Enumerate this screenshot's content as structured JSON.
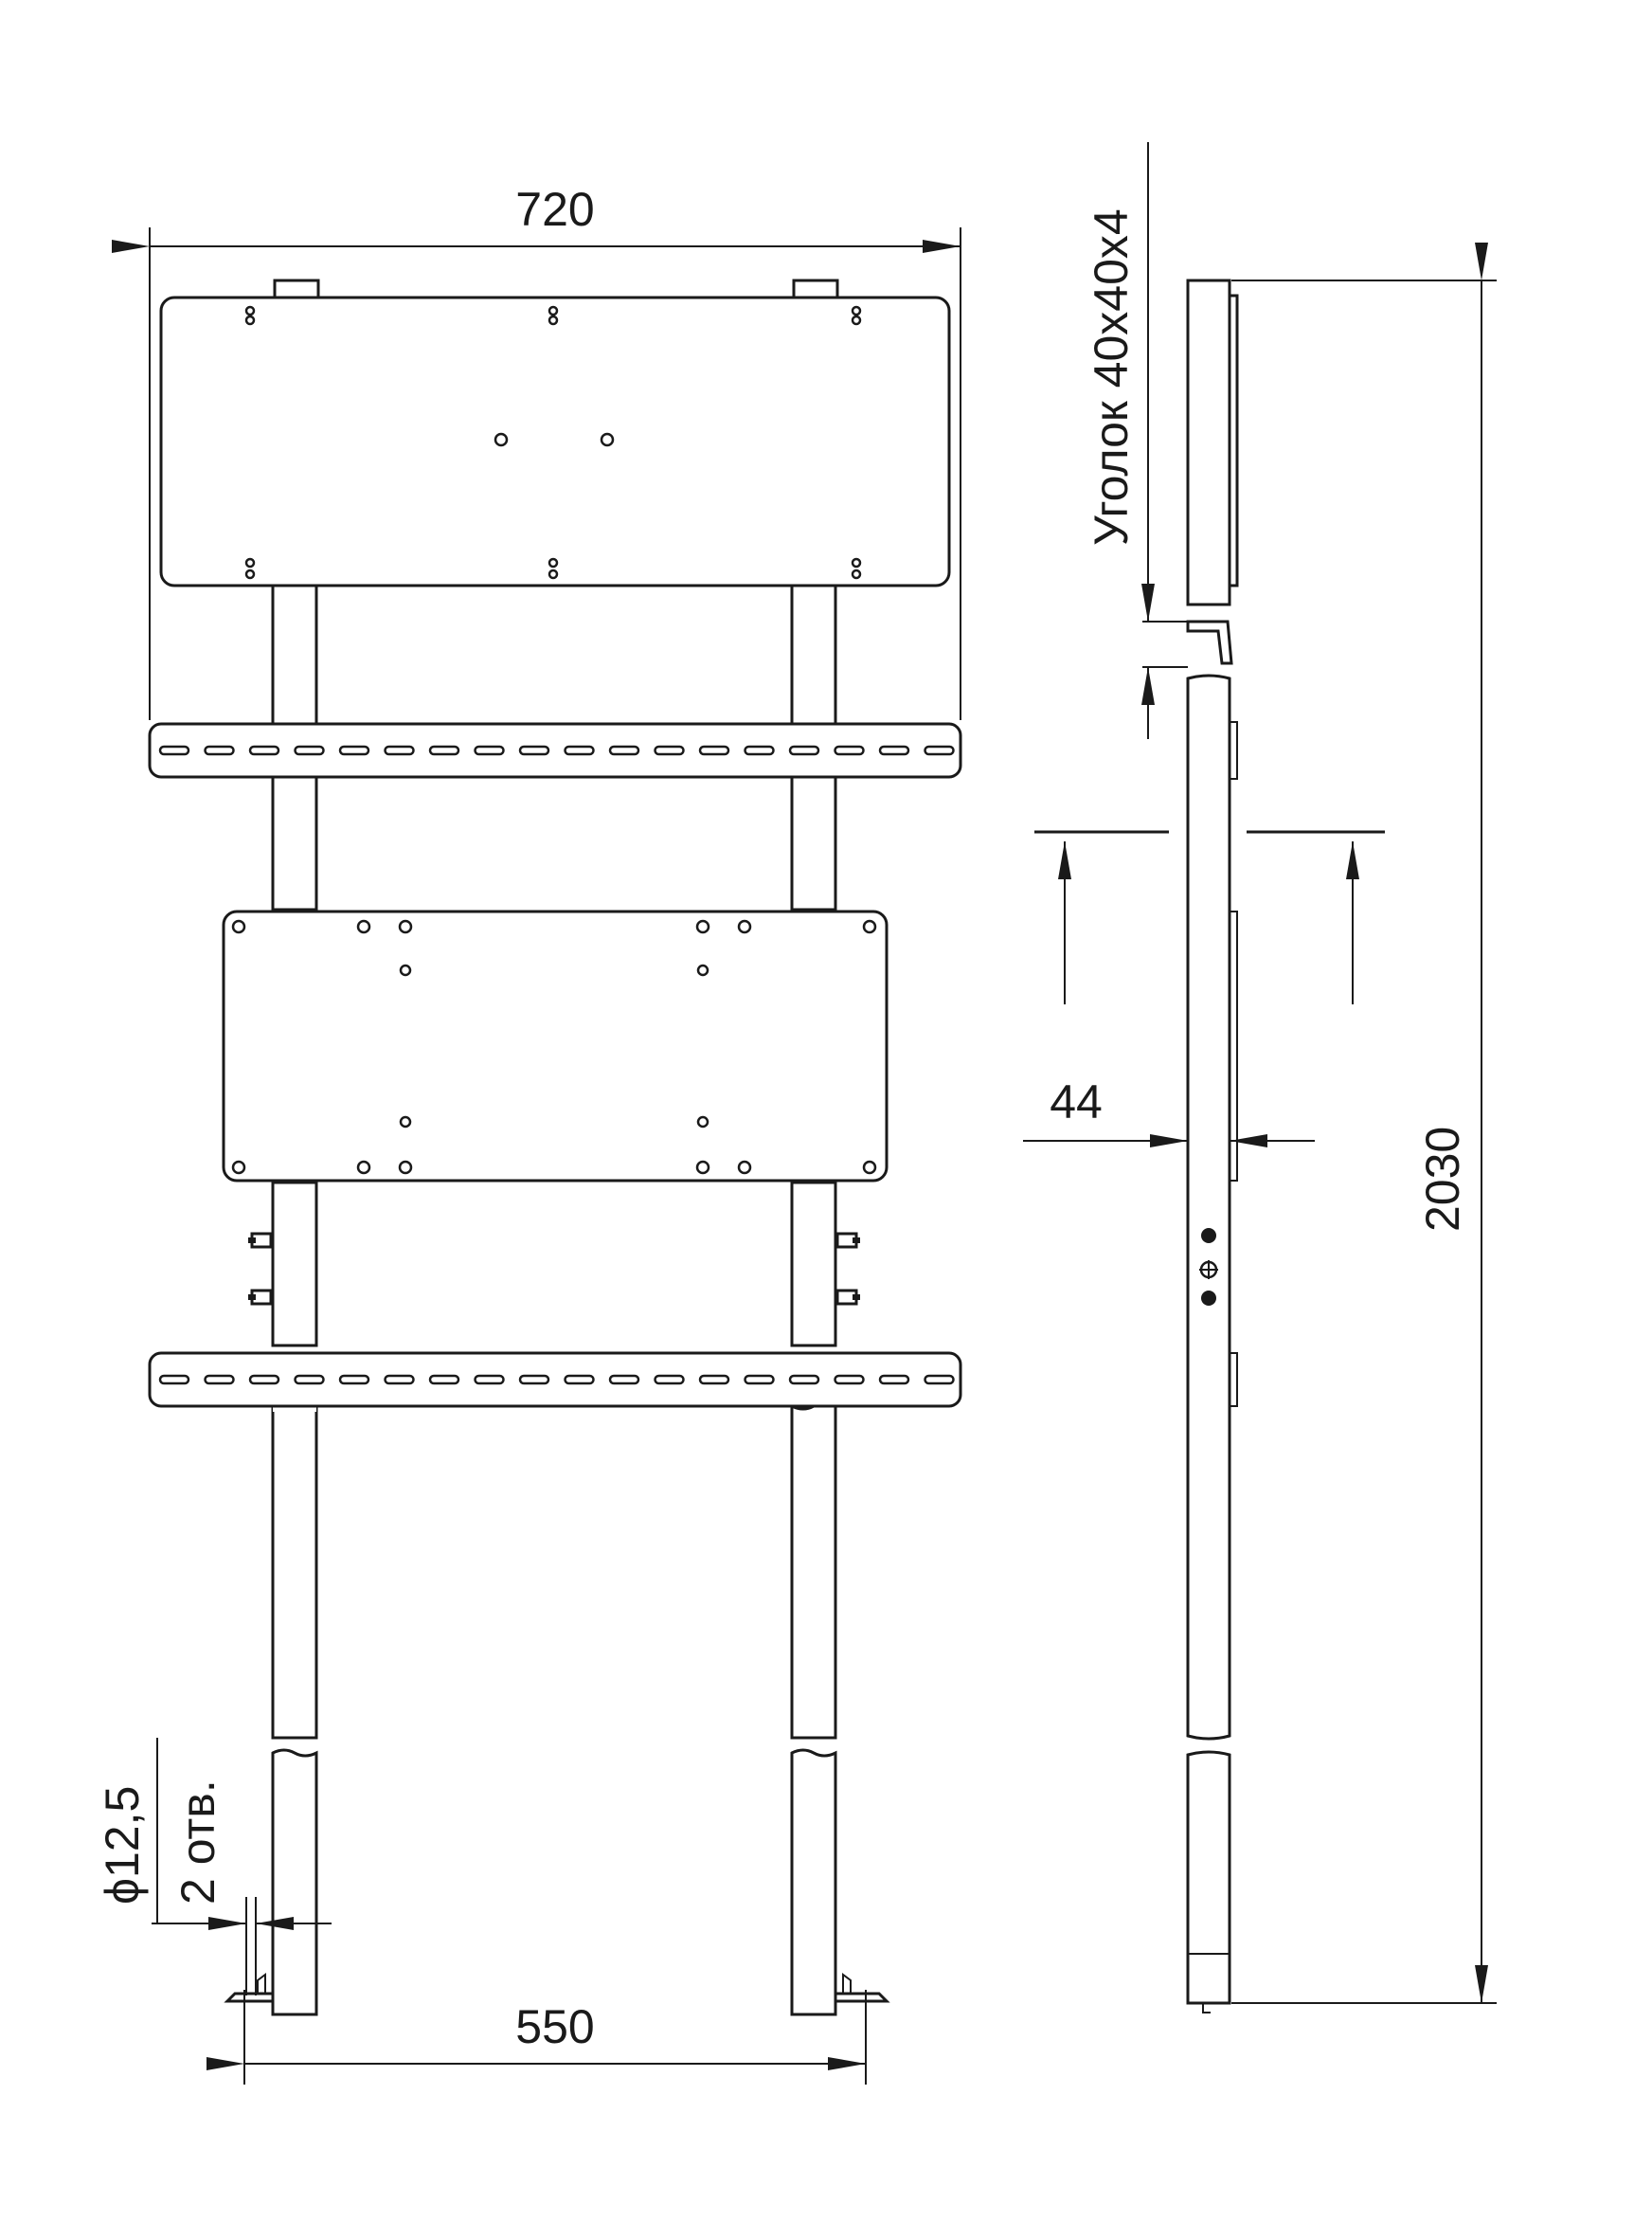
{
  "dimensions": {
    "top_width": "720",
    "base_spacing": "550",
    "total_height": "2030",
    "depth": "44",
    "angle_profile": "Уголок 40х40х4",
    "hole_diameter": "ϕ12,5",
    "hole_count": "2 отв."
  },
  "colors": {
    "line": "#1a1a1a",
    "background": "#ffffff"
  }
}
